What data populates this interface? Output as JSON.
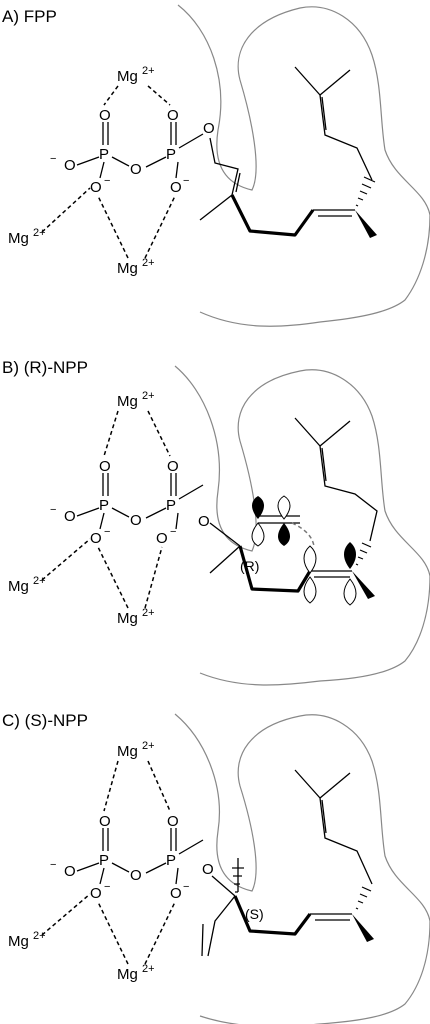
{
  "panels": [
    {
      "label": "A) FPP",
      "mg": "Mg",
      "mg_charge": "2+",
      "stereo": ""
    },
    {
      "label": "B) (R)-NPP",
      "mg": "Mg",
      "mg_charge": "2+",
      "stereo": "(R)"
    },
    {
      "label": "C) (S)-NPP",
      "mg": "Mg",
      "mg_charge": "2+",
      "stereo": "(S)"
    }
  ],
  "atoms": {
    "P": "P",
    "O": "O",
    "minus": "−"
  }
}
